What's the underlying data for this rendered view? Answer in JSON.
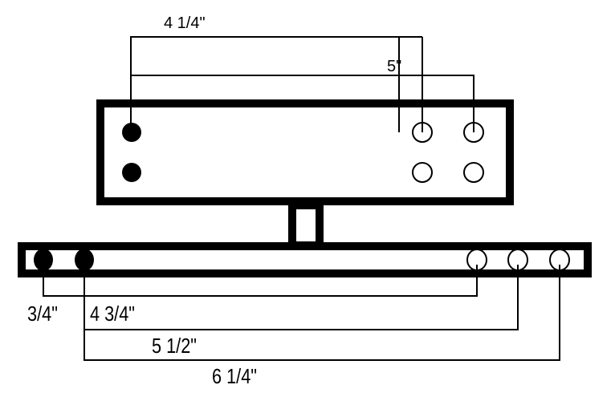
{
  "colors": {
    "line": "#000000",
    "background": "#ffffff"
  },
  "top_plate": {
    "dimensions": [
      {
        "label": "4 1/4\""
      },
      {
        "label": "5\""
      }
    ],
    "holes": {
      "filled": 2,
      "open": 4
    }
  },
  "bottom_bar": {
    "dimensions": [
      {
        "label": "3/4\""
      },
      {
        "label": "4 3/4\""
      },
      {
        "label": "5 1/2\""
      },
      {
        "label": "6 1/4\""
      }
    ],
    "holes": {
      "filled": 2,
      "open": 3
    }
  }
}
